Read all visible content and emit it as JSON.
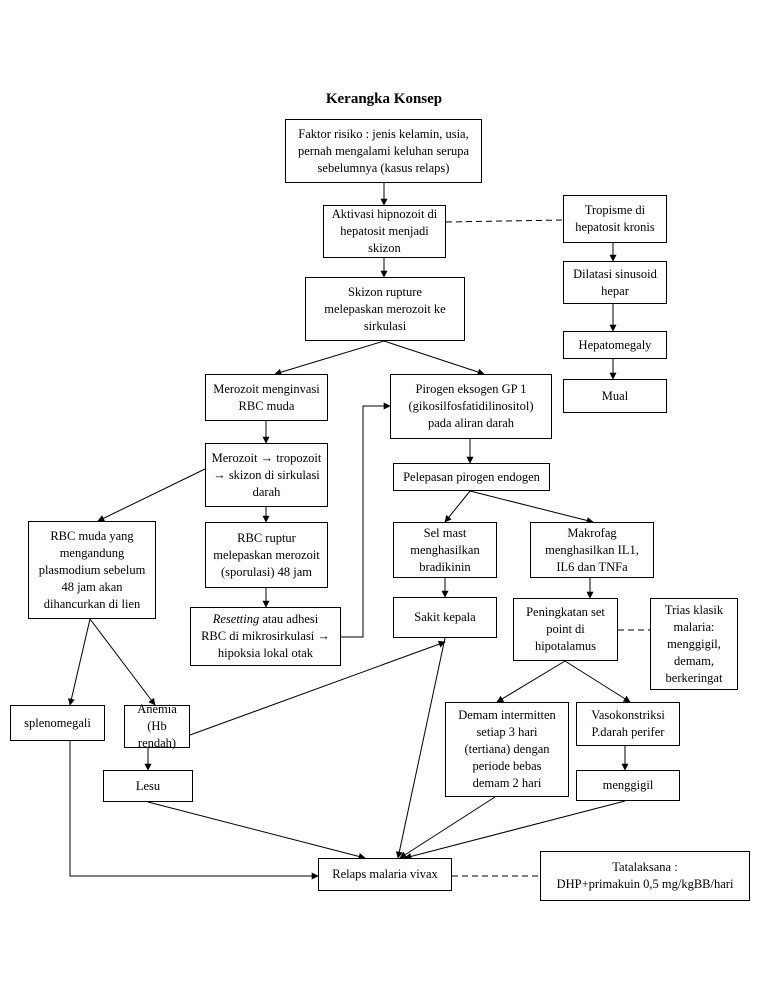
{
  "title": "Kerangka Konsep",
  "nodes": {
    "faktor_risiko": "Faktor risiko : jenis kelamin, usia,\npernah mengalami keluhan serupa\nsebelumnya (kasus relaps)",
    "aktivasi": "Aktivasi hipnozoit di\nhepatosit menjadi\nskizon",
    "tropisme": "Tropisme di\nhepatosit kronis",
    "dilatasi": "Dilatasi sinusoid\nhepar",
    "hepatomegaly": "Hepatomegaly",
    "mual": "Mual",
    "skizon_rupture": "Skizon rupture\nmelepaskan merozoit ke\nsirkulasi",
    "merozoit_rbc": "Merozoit menginvasi\nRBC muda",
    "pirogen_eksogen": "Pirogen eksogen GP 1\n(gikosilfosfatidilinositol)\npada aliran darah",
    "merozoit_tropozoit": "Merozoit → tropozoit\n→ skizon di sirkulasi\ndarah",
    "pelepasan_pirogen": "Pelepasan pirogen endogen",
    "rbc_muda": "RBC muda yang\nmengandung\nplasmodium sebelum\n48 jam akan\ndihancurkan di lien",
    "rbc_ruptur": "RBC ruptur\nmelepaskan merozoit\n(sporulasi) 48 jam",
    "sel_mast": "Sel mast\nmenghasilkan\nbradikinin",
    "makrofag": "Makrofag\nmenghasilkan IL1,\nIL6 dan TNFa",
    "resetting_em": "Resetting",
    "resetting_rest": " atau adhesi\nRBC di mikrosirkulasi →\nhipoksia lokal otak",
    "sakit_kepala": "Sakit kepala",
    "set_point": "Peningkatan set\npoint di\nhipotalamus",
    "trias": "Trias klasik\nmalaria:\nmenggigil,\ndemam,\nberkeringat",
    "splenomegali": "splenomegali",
    "anemia": "Anemia\n(Hb rendah)",
    "demam": "Demam intermitten\nsetiap 3 hari\n(tertiana) dengan\nperiode bebas\ndemam 2 hari",
    "vasokonstriksi": "Vasokonstriksi\nP.darah perifer",
    "lesu": "Lesu",
    "menggigil": "menggigil",
    "relaps": "Relaps malaria vivax",
    "tatalaksana": "Tatalaksana :\nDHP+primakuin 0,5 mg/kgBB/hari"
  }
}
